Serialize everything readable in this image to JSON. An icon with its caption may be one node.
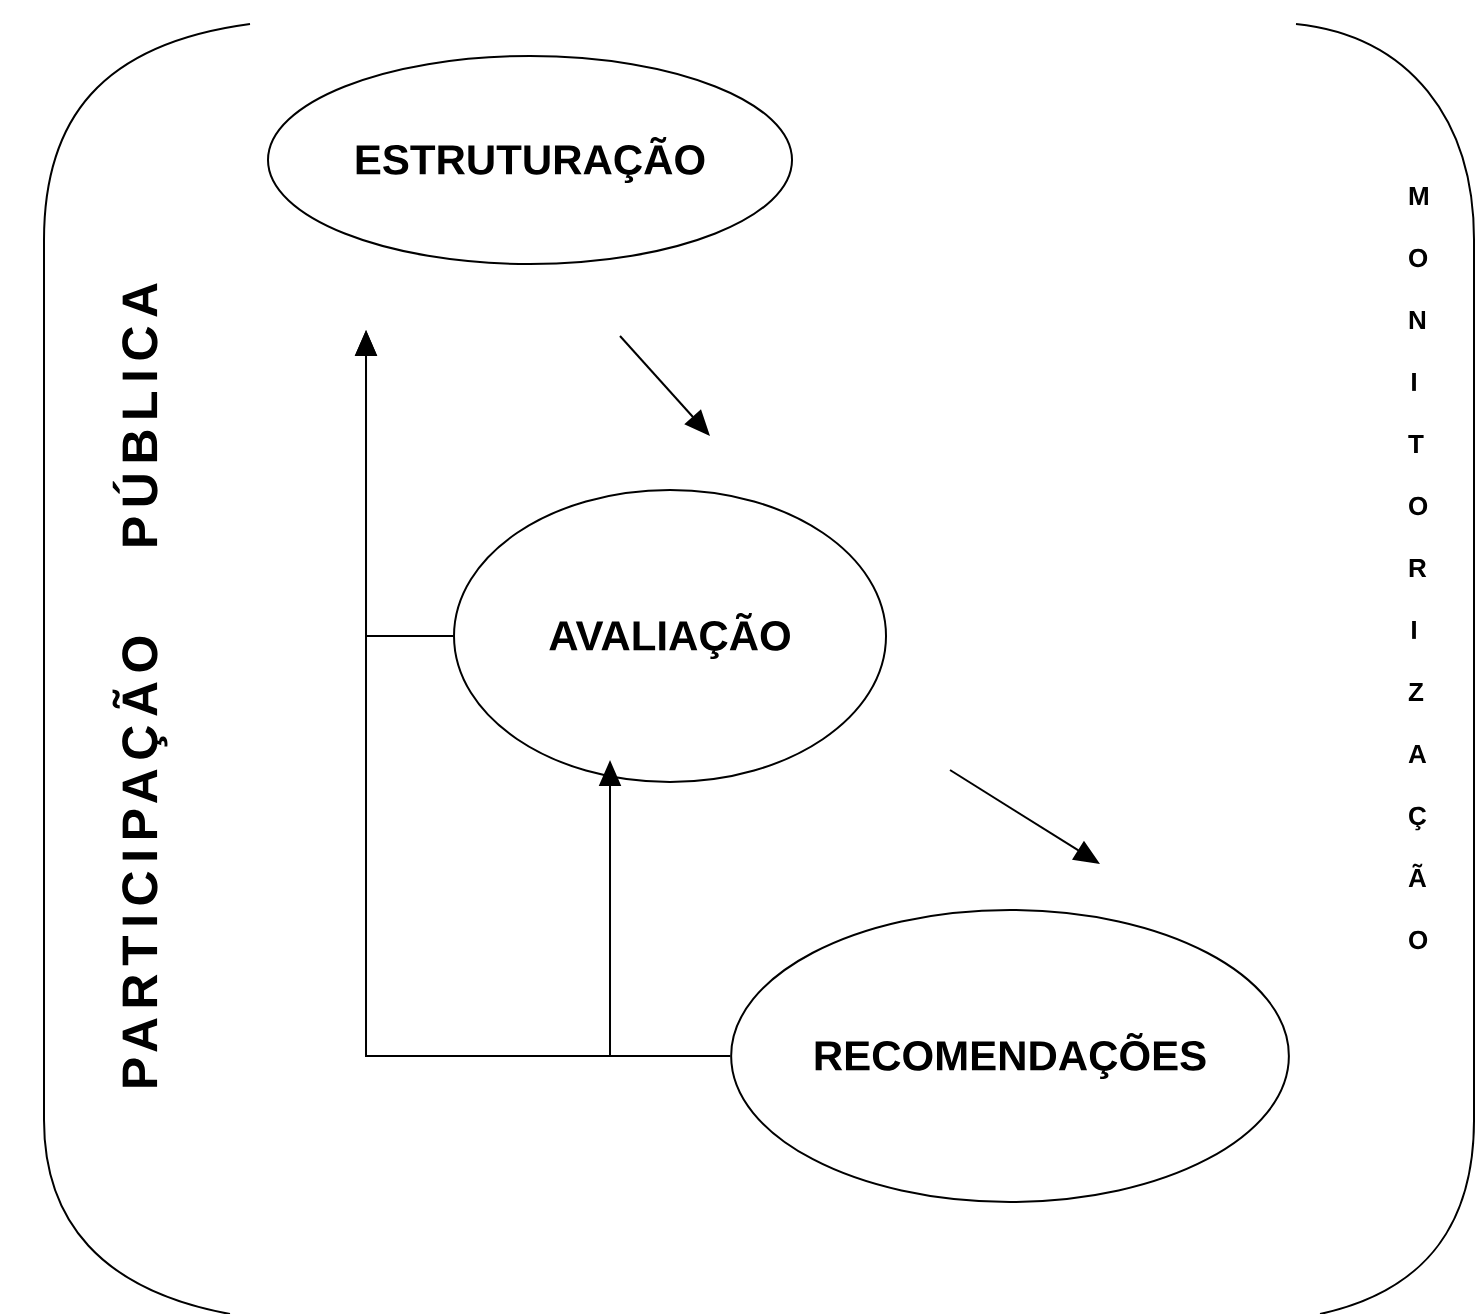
{
  "diagram": {
    "nodes": [
      {
        "text": [
          "ESTRUTURAÇÃO"
        ]
      },
      {
        "text": [
          "AVALIAÇÃO"
        ]
      },
      {
        "text": [
          "RECOMENDAÇÕES"
        ]
      }
    ],
    "edges": [
      {
        "from": 0,
        "to": 1,
        "arrow": "to"
      },
      {
        "from": 1,
        "to": 2,
        "arrow": "to"
      },
      {
        "from": 1,
        "to": 0,
        "arrow": "to"
      },
      {
        "from": 2,
        "to": 0,
        "arrow": "to"
      },
      {
        "from": 2,
        "to": 1,
        "arrow": "to"
      }
    ],
    "labels": [
      "PARTICIPAÇÃO PÚBLICA",
      "MONITORIZAÇÃO"
    ]
  }
}
